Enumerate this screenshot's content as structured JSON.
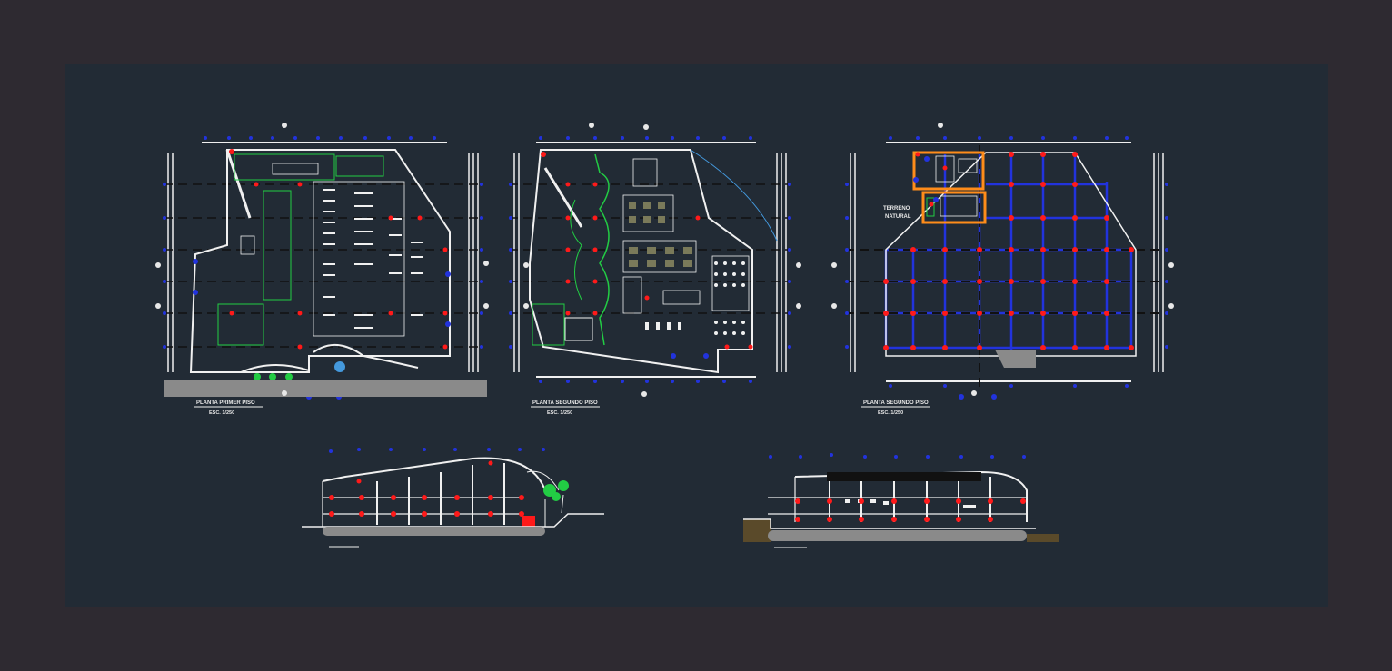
{
  "drawing": {
    "plans": [
      {
        "title": "PLANTA PRIMER PISO",
        "scale": "ESC. 1/250"
      },
      {
        "title": "PLANTA SEGUNDO PISO",
        "scale": "ESC. 1/250"
      },
      {
        "title": "PLANTA SEGUNDO PISO",
        "scale": "ESC. 1/250"
      }
    ],
    "terrain_label_1": "TERRENO",
    "terrain_label_2": "NATURAL"
  },
  "colors": {
    "background": "#2e2a31",
    "sheet": "#222b35",
    "grid_blue": "#2233dd",
    "column_red": "#ff1a1a",
    "wall_white": "#f0f0f0",
    "accent_green": "#22cc44",
    "highlight_orange": "#ff8c1a",
    "ground_gray": "#8a8a8a",
    "ground_brown": "#5a4a2a"
  }
}
